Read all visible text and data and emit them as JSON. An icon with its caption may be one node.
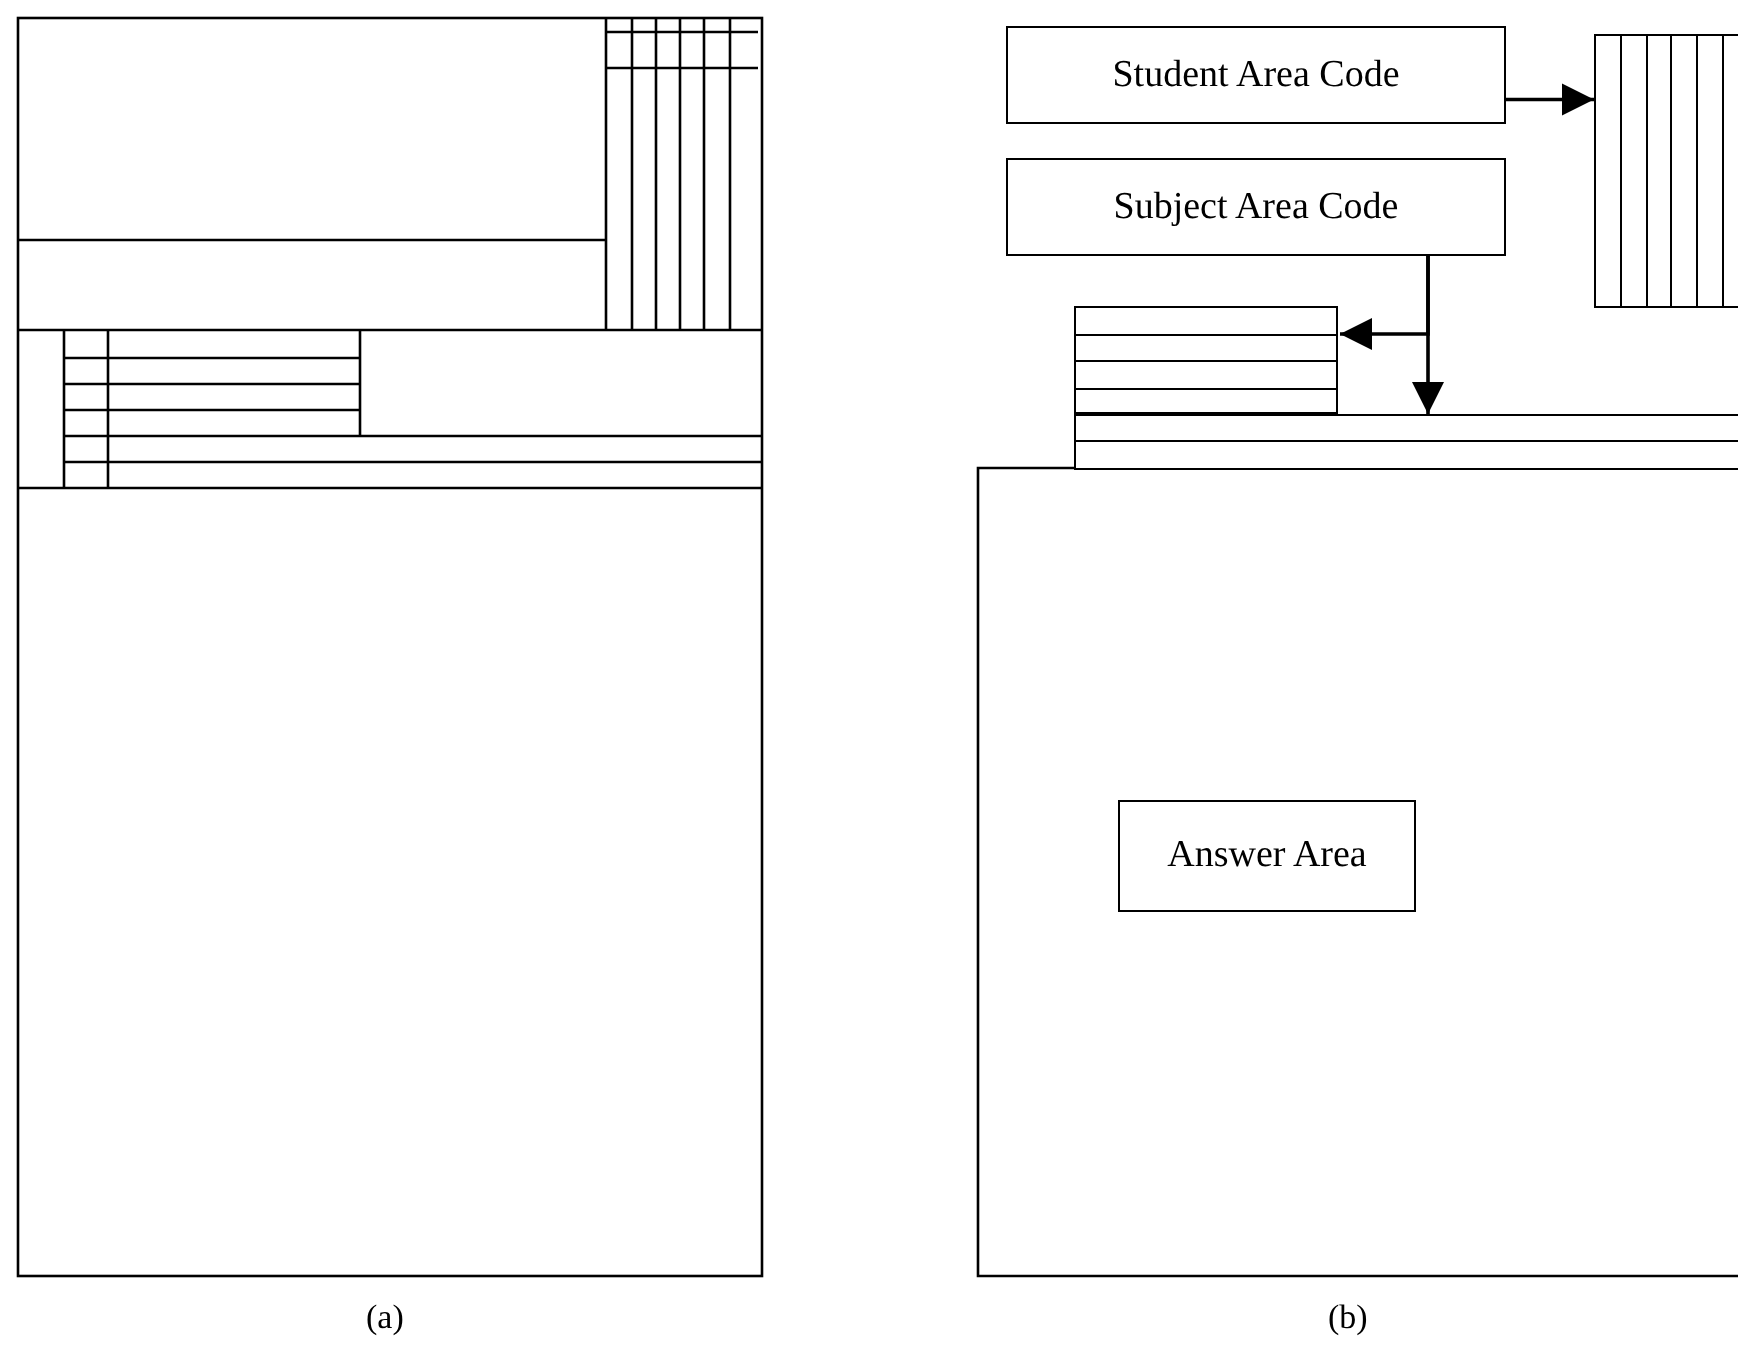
{
  "diagram": {
    "nodes": [
      {
        "text": [
          "Student Area Code"
        ]
      },
      {
        "text": [
          "Subject Area Code"
        ]
      },
      {
        "text": [],
        "shape": "box"
      },
      {
        "text": [],
        "shape": "box"
      },
      {
        "text": [],
        "shape": "box"
      },
      {
        "text": [
          "Answer Area"
        ]
      }
    ],
    "edges": [
      {
        "from": 0,
        "to": 2,
        "arrow": "to"
      },
      {
        "from": 1,
        "to": 3,
        "arrow": "to"
      },
      {
        "from": 1,
        "to": 4,
        "arrow": "to"
      }
    ],
    "labels": [
      "(a)",
      "(b)"
    ]
  }
}
